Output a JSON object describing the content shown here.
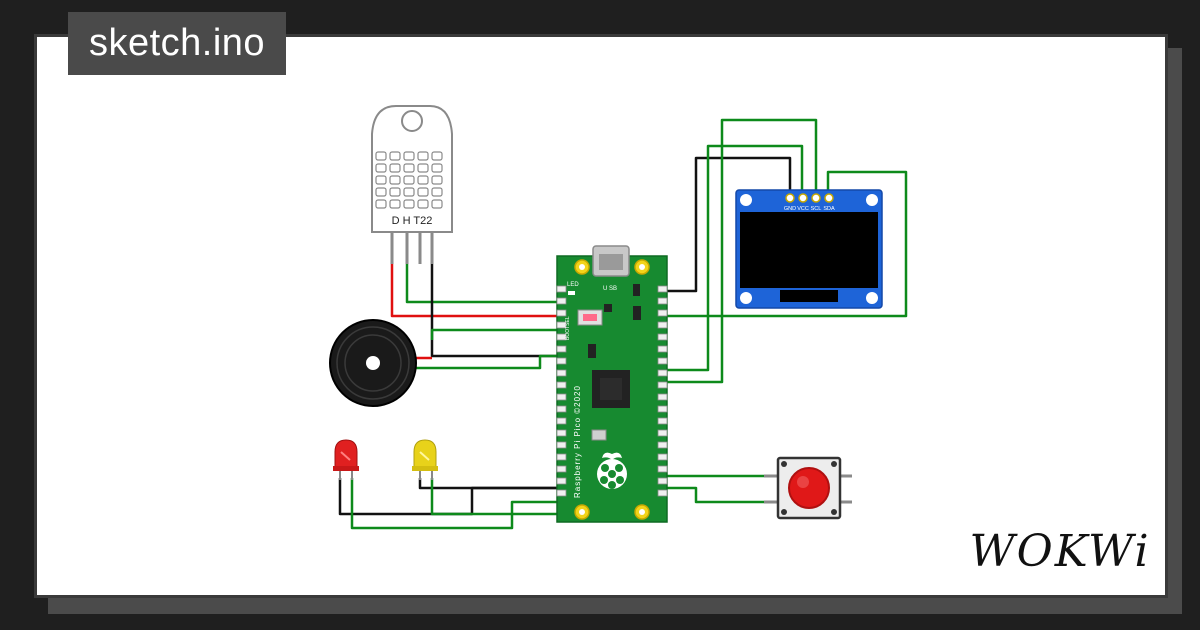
{
  "header": {
    "filename": "sketch.ino"
  },
  "brand": {
    "name": "WOKWi"
  },
  "components": {
    "dht": {
      "label": "D H T22"
    },
    "pico": {
      "led_label": "LED",
      "usb_label": "U SB",
      "board_text": "Raspberry Pi Pico ©2020",
      "bootsel_label": "BOOTSEL"
    },
    "oled": {
      "pins": [
        "GND",
        "VCC",
        "SCL",
        "SDA"
      ]
    }
  },
  "colors": {
    "wire_green": "#0d8a1b",
    "wire_black": "#111111",
    "wire_red": "#e01010",
    "pcb_green": "#178a30",
    "led_red": "#e02020",
    "led_yellow": "#e8d21a",
    "button_red": "#e01818",
    "oled_blue": "#1e64d8"
  }
}
